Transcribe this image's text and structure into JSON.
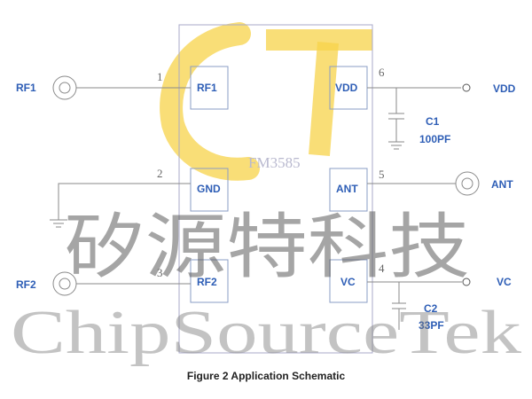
{
  "chip": {
    "name": "FM3585"
  },
  "pins": {
    "p1": {
      "num": "1",
      "name": "RF1"
    },
    "p2": {
      "num": "2",
      "name": "GND"
    },
    "p3": {
      "num": "3",
      "name": "RF2"
    },
    "p4": {
      "num": "4",
      "name": "VC"
    },
    "p5": {
      "num": "5",
      "name": "ANT"
    },
    "p6": {
      "num": "6",
      "name": "VDD"
    }
  },
  "ports": {
    "rf1": "RF1",
    "rf2": "RF2",
    "vdd": "VDD",
    "ant": "ANT",
    "vc": "VC"
  },
  "components": {
    "c1": {
      "ref": "C1",
      "value": "100PF"
    },
    "c2": {
      "ref": "C2",
      "value": "33PF"
    }
  },
  "watermark": {
    "chinese": "矽源特科技",
    "english": "ChipSourceTek",
    "logo_color": "#f7d34a"
  },
  "caption": "Figure 2 Application Schematic"
}
